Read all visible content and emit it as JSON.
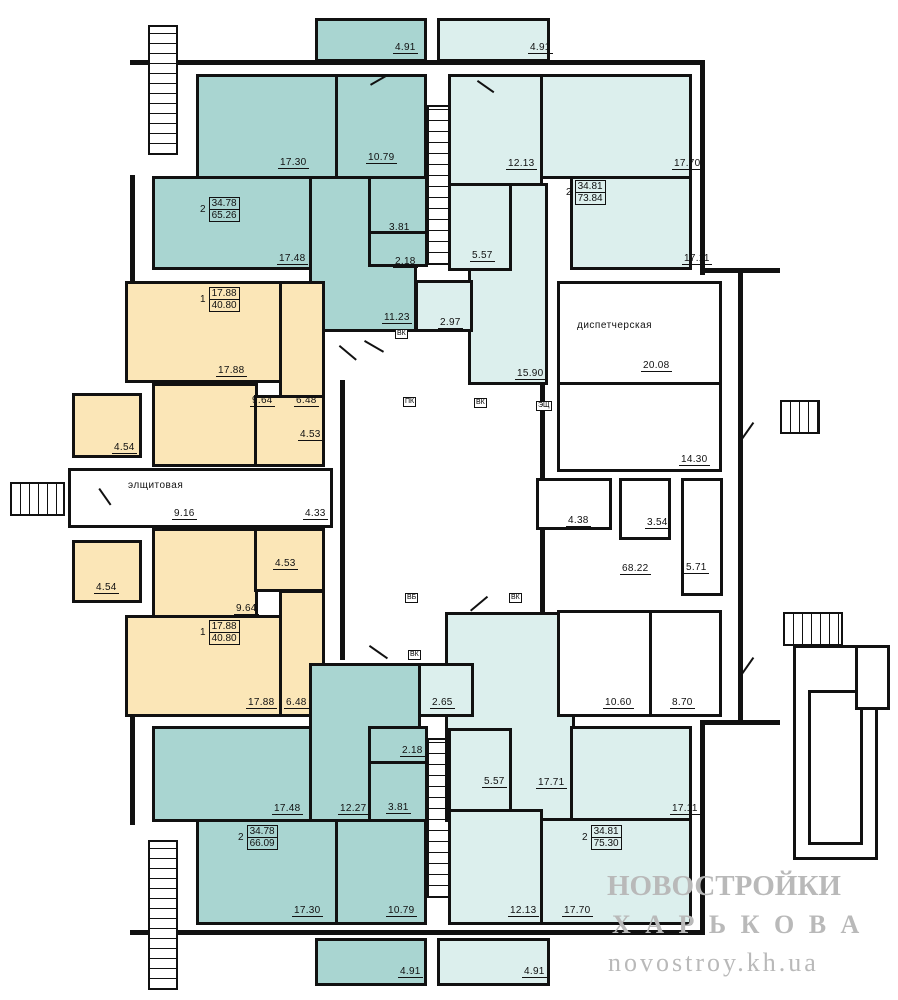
{
  "top_left_apartment": {
    "badge": {
      "rooms": "2",
      "living_area": "34.78",
      "total_area": "65.26"
    },
    "balcony": "4.91",
    "bedroom": "17.30",
    "kitchen": "10.79",
    "living": "17.48",
    "hall": "11.23",
    "bath": "3.81",
    "wc": "2.18"
  },
  "top_right_apartment": {
    "badge": {
      "rooms": "2",
      "living_area": "34.81",
      "total_area": "73.84"
    },
    "balcony": "4.91",
    "kitchen": "12.13",
    "bedroom": "17.70",
    "living": "17.11",
    "bath": "5.57",
    "wc": "2.97",
    "hall": "15.90"
  },
  "top_yellow_apartment": {
    "badge": {
      "rooms": "1",
      "living_area": "17.88",
      "total_area": "40.80"
    },
    "room": "17.88",
    "hall": "6.48",
    "kitchen": "9.64",
    "bath": "4.53",
    "loggia": "4.54"
  },
  "electrical_room": {
    "name": "элщитовая",
    "area": "9.16",
    "corridor": "4.33"
  },
  "bottom_yellow_apartment": {
    "badge": {
      "rooms": "1",
      "living_area": "17.88",
      "total_area": "40.80"
    },
    "room": "17.88",
    "hall": "6.48",
    "kitchen": "9.64",
    "bath": "4.53",
    "loggia": "4.54"
  },
  "bottom_left_apartment": {
    "badge": {
      "rooms": "2",
      "living_area": "34.78",
      "total_area": "66.09"
    },
    "living": "17.48",
    "hall": "12.27",
    "bath": "3.81",
    "wc": "2.18",
    "bedroom": "17.30",
    "kitchen": "10.79",
    "balcony": "4.91"
  },
  "bottom_right_apartment": {
    "badge": {
      "rooms": "2",
      "living_area": "34.81",
      "total_area": "75.30"
    },
    "wc": "2.65",
    "bath": "5.57",
    "hall": "17.71",
    "living": "17.11",
    "kitchen": "12.13",
    "bedroom": "17.70",
    "balcony": "4.91"
  },
  "service": {
    "dispatch_name": "диспетчерская",
    "dispatch": "20.08",
    "stair_hall": "14.30",
    "storage_a": "4.38",
    "storage_b": "3.54",
    "corridor": "68.22",
    "storage_c": "5.71",
    "room_a": "10.60",
    "room_b": "8.70"
  },
  "tags": {
    "vk": "ВК",
    "pk": "ПК",
    "vb": "ВБ",
    "esh": "ЭЩ"
  },
  "watermark": {
    "line1": "НОВОСТРОЙКИ",
    "line2": "Х А Р Ь К О В А",
    "line3": "novostroy.kh.ua"
  },
  "colors": {
    "dark_teal": "#a9d5d1",
    "light_teal": "#dcefed",
    "yellow": "#fbe6b7"
  }
}
